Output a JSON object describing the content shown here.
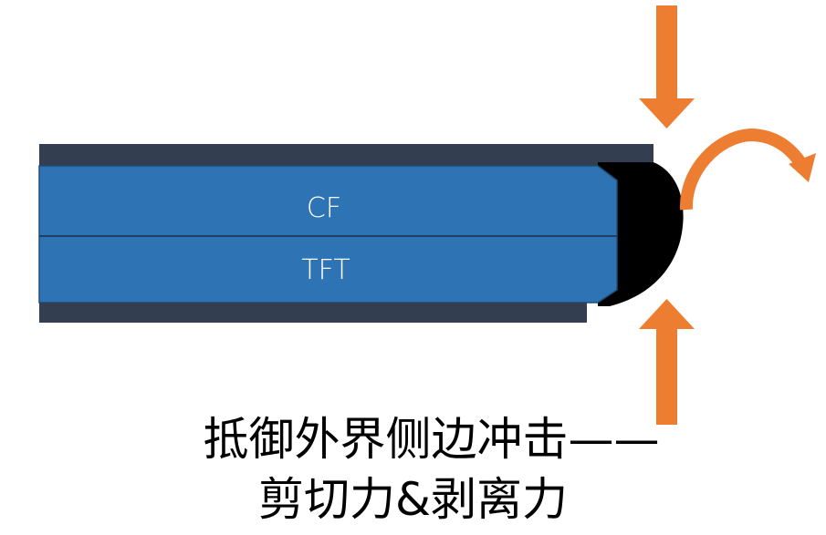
{
  "diagram": {
    "layers": {
      "cf_label": "CF",
      "tft_label": "TFT"
    },
    "caption": {
      "line1": "抵御外界侧边冲击——",
      "line2": "剪切力&剥离力"
    },
    "colors": {
      "glass_layer": "#2e74b5",
      "polarizer_film": "#333f50",
      "edge_seal": "#000000",
      "force_arrow": "#ed7d31",
      "text_on_layer": "#ffffff",
      "caption_text": "#000000"
    },
    "icons": {
      "top_force": "arrow-down-icon",
      "bottom_force": "arrow-up-icon",
      "peel_force": "curved-arrow-icon"
    }
  }
}
